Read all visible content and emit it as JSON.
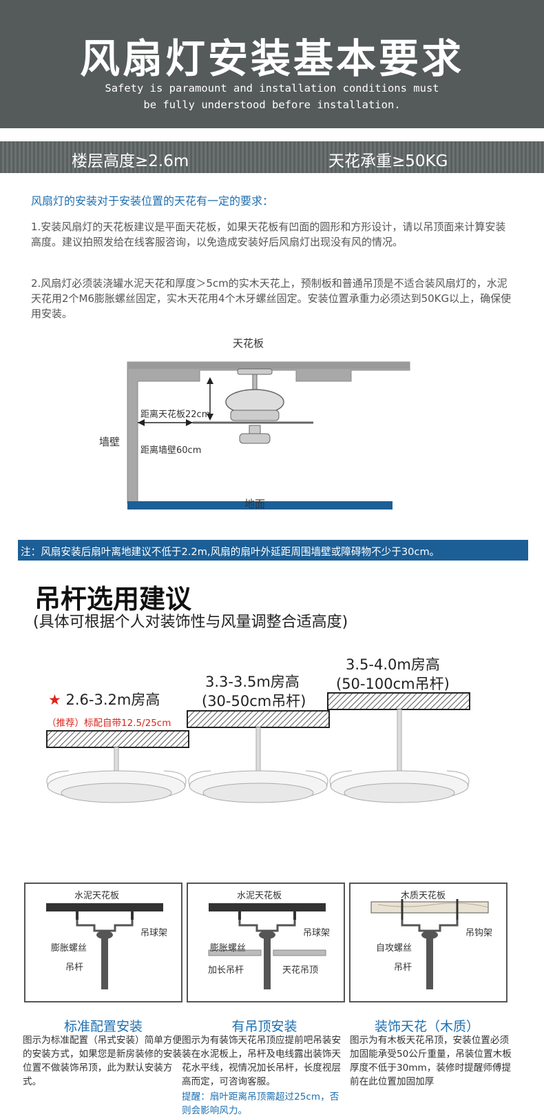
{
  "header": {
    "title": "风扇灯安装基本要求",
    "subtitle_line1": "Safety is paramount and installation conditions must",
    "subtitle_line2": "be fully understood before installation."
  },
  "requirements": {
    "floor_height": "楼层高度≥2.6m",
    "ceiling_load": "天花承重≥50KG"
  },
  "intro": {
    "heading": "风扇灯的安装对于安装位置的天花有一定的要求：",
    "paragraph1": "1.安装风扇灯的天花板建议是平面天花板，如果天花板有凹面的圆形和方形设计，请以吊顶面来计算安装高度。建议拍照发给在线客服咨询，以免造成安装好后风扇灯出现没有风的情况。",
    "paragraph2": "2.风扇灯必须装浇罐水泥天花和厚度＞5cm的实木天花上，预制板和普通吊顶是不适合装风扇灯的，水泥天花用2个M6膨胀螺丝固定，实木天花用4个木牙螺丝固定。安装位置承重力必须达到50KG以上，确保使用安装。"
  },
  "diagram": {
    "ceiling_label": "天花板",
    "wall_label": "墙壁",
    "floor_label": "地面",
    "ceiling_distance": "距离天花板22cm",
    "wall_distance": "距离墙壁60cm",
    "colors": {
      "structure": "#9a9a9a",
      "floor": "#1c5f96",
      "fan": "#888888"
    }
  },
  "note": "注：风扇安装后扇叶离地建议不低于2.2m,风扇的扇叶外延距周围墙壁或障碍物不少于30cm。",
  "downrod": {
    "title": "吊杆选用建议",
    "subtitle": "(具体可根据个人对装饰性与风量调整合适高度)",
    "options": [
      {
        "title": "2.6-3.2m房高",
        "note": "（推荐）标配自带12.5/25cm",
        "star": "★"
      },
      {
        "title": "3.3-3.5m房高",
        "sub": "(30-50cm吊杆)"
      },
      {
        "title": "3.5-4.0m房高",
        "sub": "(50-100cm吊杆)"
      }
    ]
  },
  "install_cards": [
    {
      "ceiling": "水泥天花板",
      "labels": [
        "吊球架",
        "膨胀螺丝",
        "吊杆"
      ],
      "title": "标准配置安装",
      "text": "图示为标准配置（吊式安装）简单方便的安装方式，如果您是新房装修的安装位置不做装饰吊顶，此为默认安装方式。"
    },
    {
      "ceiling": "水泥天花板",
      "labels": [
        "吊球架",
        "膨胀螺丝",
        "加长吊杆",
        "天花吊顶"
      ],
      "title": "有吊顶安装",
      "text": "图示为有装饰天花吊顶应提前吧吊装安装在水泥板上，吊杆及电线露出装饰天花水平线，视情况加长吊杆，长度视层高而定，可咨询客服。",
      "warning": "提醒：扇叶距离吊顶需超过25cm，否则会影响风力。"
    },
    {
      "ceiling": "木质天花板",
      "labels": [
        "吊钩架",
        "自攻螺丝",
        "吊杆"
      ],
      "title": "装饰天花（木质）",
      "text": "图示为有木板天花吊顶，安装位置必须加固能承受50公斤重量，吊装位置木板厚度不低于30mm，装修时提醒师傅提前在此位置加固加厚"
    }
  ]
}
